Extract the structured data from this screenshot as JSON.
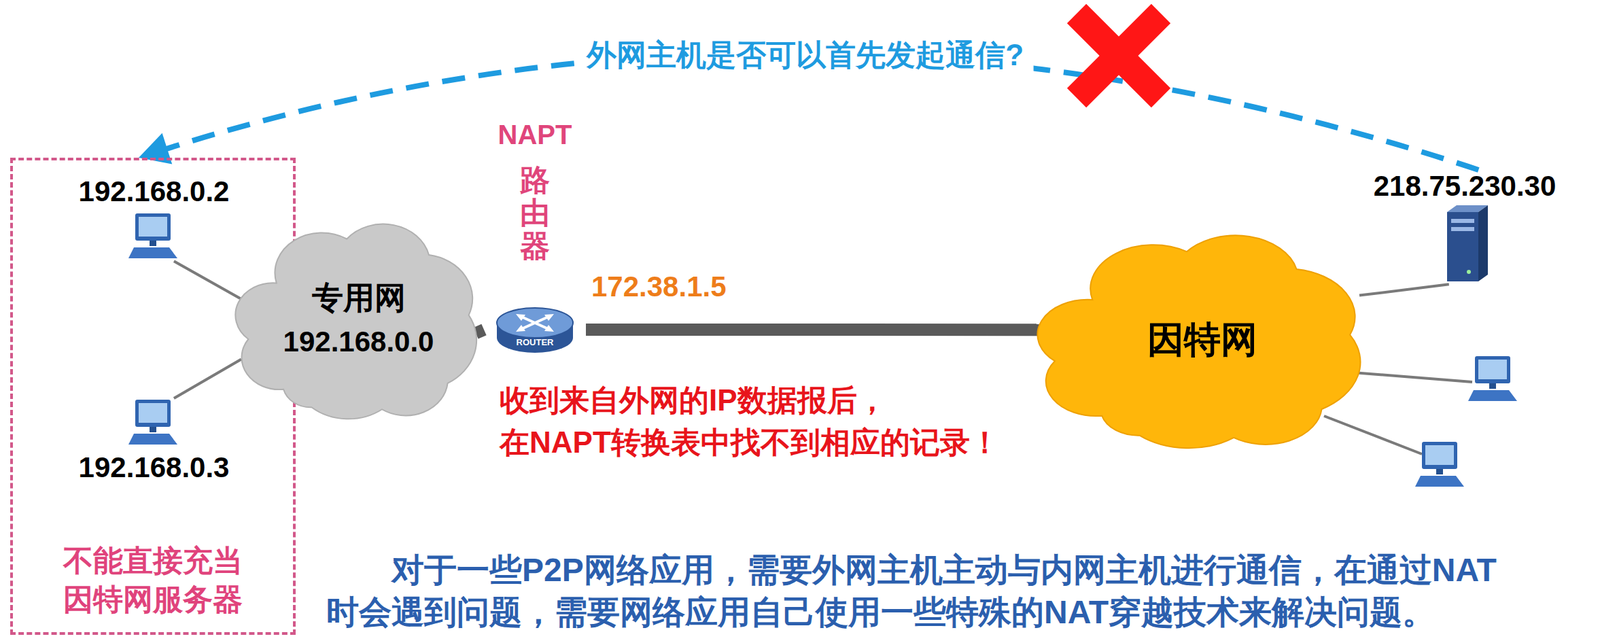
{
  "diagram": {
    "nodes": [
      {
        "text": [
          "不能直接充当 因特网服务器"
        ]
      },
      {
        "text": [
          "192.168.0.2"
        ],
        "in": 0
      },
      {
        "text": [
          "192.168.0.3"
        ],
        "in": 0
      },
      {
        "text": [
          "专用网",
          "192.168.0.0"
        ]
      },
      {
        "text": [
          "NAPT",
          "路由器"
        ]
      },
      {
        "text": [
          "因特网"
        ]
      },
      {
        "text": [
          "218.75.230.30"
        ]
      }
    ],
    "edges": [
      {
        "from": 1,
        "to": 3,
        "arrow": "none"
      },
      {
        "from": 2,
        "to": 3,
        "arrow": "none"
      },
      {
        "from": 3,
        "to": 4,
        "arrow": "none"
      },
      {
        "from": 4,
        "to": 5,
        "arrow": "none"
      },
      {
        "from": 5,
        "to": 6,
        "arrow": "none"
      },
      {
        "from": 6,
        "to": 0,
        "arrow": "to",
        "label": "外网主机是否可以首先发起通信?"
      }
    ],
    "labels": [
      "172.38.1.5",
      "ROUTER",
      "收到来自外网的IP数据报后， 在NAPT转换表中找不到相应的记录！",
      "对于一些P2P网络应用，需要外网主机主动与内网主机进行通信，在通过NAT 时会遇到问题，需要网络应用自己使用一些特殊的NAT穿越技术来解决问题。"
    ]
  }
}
